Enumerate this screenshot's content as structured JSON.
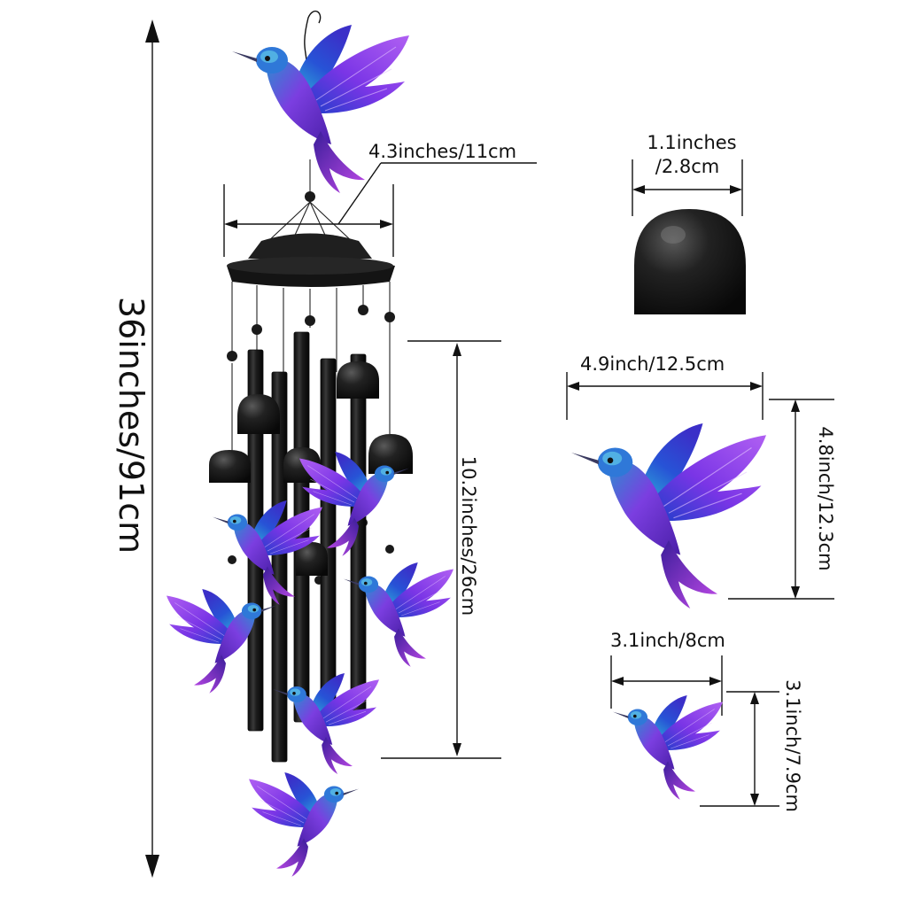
{
  "dimensions": {
    "total_height": "36inches/91cm",
    "top_width": "4.3inches/11cm",
    "tube_length": "10.2inches/26cm",
    "bell_width_line1": "1.1inches",
    "bell_width_line2": "/2.8cm",
    "large_bird_width": "4.9inch/12.5cm",
    "large_bird_height": "4.8inch/12.3cm",
    "small_bird_width": "3.1inch/8cm",
    "small_bird_height": "3.1inch/7.9cm"
  },
  "colors": {
    "bird_purple": "#8a3ae0",
    "bird_blue": "#2f5fd8",
    "bird_teal": "#2aa0c8",
    "metal_black": "#1b1b1b"
  }
}
